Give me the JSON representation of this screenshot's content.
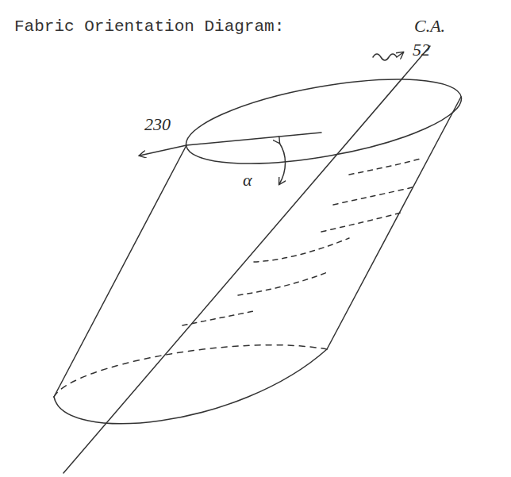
{
  "diagram": {
    "title": "Fabric Orientation Diagram:",
    "labels": [
      "C.A.",
      "52",
      "230",
      "α"
    ]
  }
}
